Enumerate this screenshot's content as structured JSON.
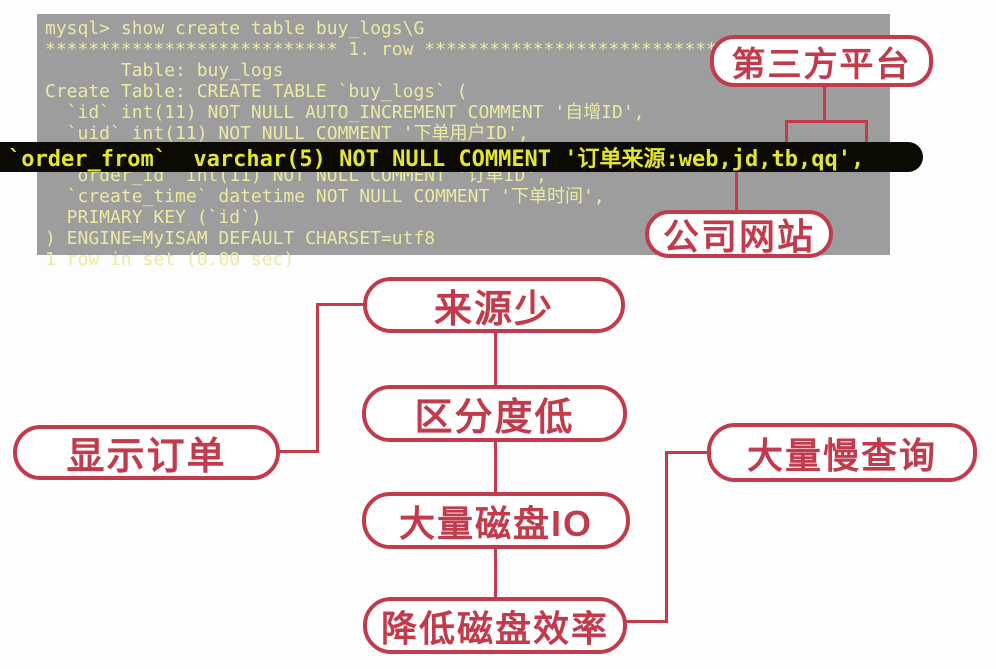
{
  "colors": {
    "accent_red": "#c23b4c",
    "terminal_bg": "#9d9d9d",
    "terminal_text": "#eaeaa2",
    "highlight_bg": "#0b0b03",
    "highlight_text": "#e4e432"
  },
  "terminal": {
    "text": "mysql> show create table buy_logs\\G\n*************************** 1. row ***************************\n       Table: buy_logs\nCreate Table: CREATE TABLE `buy_logs` (\n  `id` int(11) NOT NULL AUTO_INCREMENT COMMENT '自增ID',\n  `uid` int(11) NOT NULL COMMENT '下单用户ID',\n\n  `order_id` int(11) NOT NULL COMMENT '订单ID',\n  `create_time` datetime NOT NULL COMMENT '下单时间',\n  PRIMARY KEY (`id`)\n) ENGINE=MyISAM DEFAULT CHARSET=utf8\n1 row in set (0.00 sec)",
    "highlighted_line": "`order_from`  varchar(5) NOT NULL COMMENT '订单来源:web,jd,tb,qq',"
  },
  "callouts": {
    "third_party": "第三方平台",
    "company_site": "公司网站"
  },
  "flow": {
    "show_orders": "显示订单",
    "source_few": "来源少",
    "low_distinction": "区分度低",
    "disk_io": "大量磁盘IO",
    "reduce_efficiency": "降低磁盘效率",
    "slow_queries": "大量慢查询"
  }
}
